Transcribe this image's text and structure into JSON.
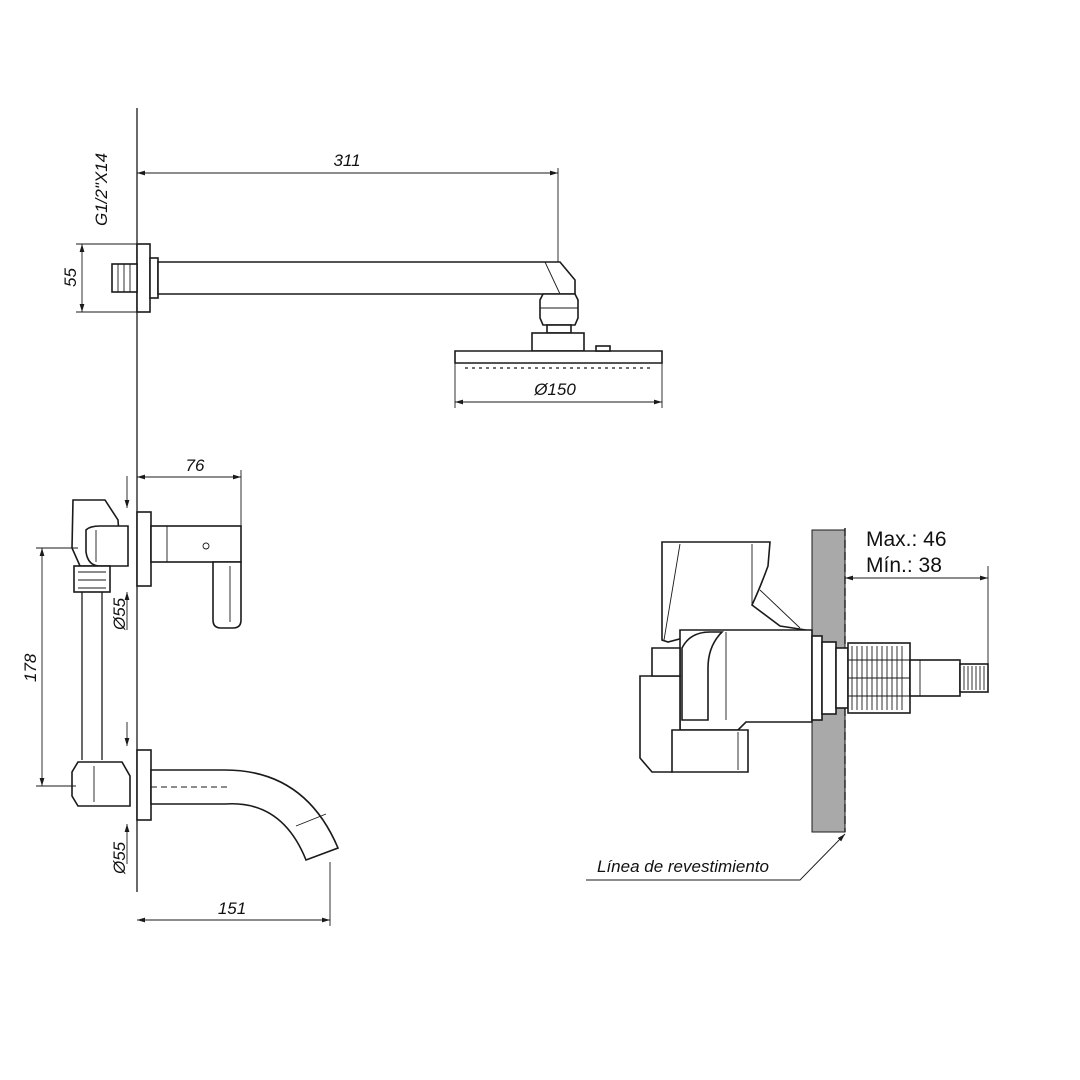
{
  "dimensions": {
    "arm_length": "311",
    "thread": "G1/2\"X14",
    "flange_height": "55",
    "head_diameter": "Ø150",
    "handle_depth": "76",
    "valve_diameter": "Ø55",
    "valve_spacing": "178",
    "spout_diameter": "Ø55",
    "spout_length": "151"
  },
  "section": {
    "max_label": "Max.: 46",
    "min_label": "Mín.: 38",
    "wall_line_label": "Línea de revestimiento"
  }
}
